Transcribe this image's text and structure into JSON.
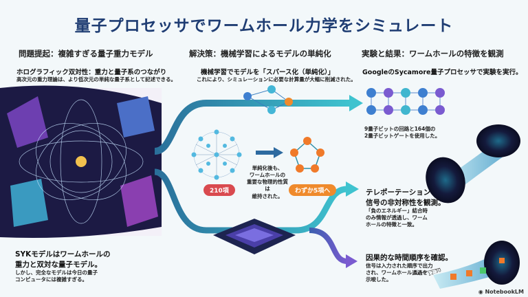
{
  "title": "量子プロセッサでワームホール力学をシミュレート",
  "col1": {
    "heading": "問題提起：複雑すぎる量子重力モデル",
    "sub": "ホログラフィック双対性：重力と量子系のつながり",
    "desc": "高次元の重力理論は、より低次元の単純な量子系として記述できる。",
    "syk_title": [
      "SYKモデルはワームホールの",
      "重力と双対な量子モデル。"
    ],
    "syk_desc": [
      "しかし、完全なモデルは今日の量子",
      "コンピュータには複雑すぎる。"
    ]
  },
  "col2": {
    "heading": "解決策：機械学習によるモデルの単純化",
    "sub": "機械学習でモデルを「スパース化（単純化）」",
    "desc": "これにより、シミュレーションに必要な計算量が大幅に削減された。",
    "note": [
      "単純化後も、",
      "ワームホールの",
      "重要な物理的性質は",
      "維持された。"
    ],
    "before_label": "210項",
    "after_label": "わずか5項へ"
  },
  "col3": {
    "heading": "実験と結果：ワームホールの特徴を観測",
    "sub": "GoogleのSycamore量子プロセッサで実験を実行。",
    "circuit": [
      "9量子ビットの回路と164個の",
      "2量子ビットゲートを使用した。"
    ],
    "teleport_title": [
      "テレポーテーション",
      "信号の非対称性を観測。"
    ],
    "teleport_desc": [
      "「負のエネルギー」結合時",
      "のみ情報が透過し、ワーム",
      "ホールの特徴と一致。"
    ],
    "causal_title": "因果的な時間順序を確認。",
    "causal_desc": [
      "信号は入力された順序で出力",
      "され、ワームホール通過を",
      "示唆した。"
    ],
    "time_label": "12:30"
  },
  "footer": {
    "brand": "NotebookLM"
  },
  "colors": {
    "title": "#1f3d73",
    "teal": "#2fa3b8",
    "red": "#d94a4f",
    "orange": "#ef8a2c",
    "purple": "#6a4fc7"
  }
}
